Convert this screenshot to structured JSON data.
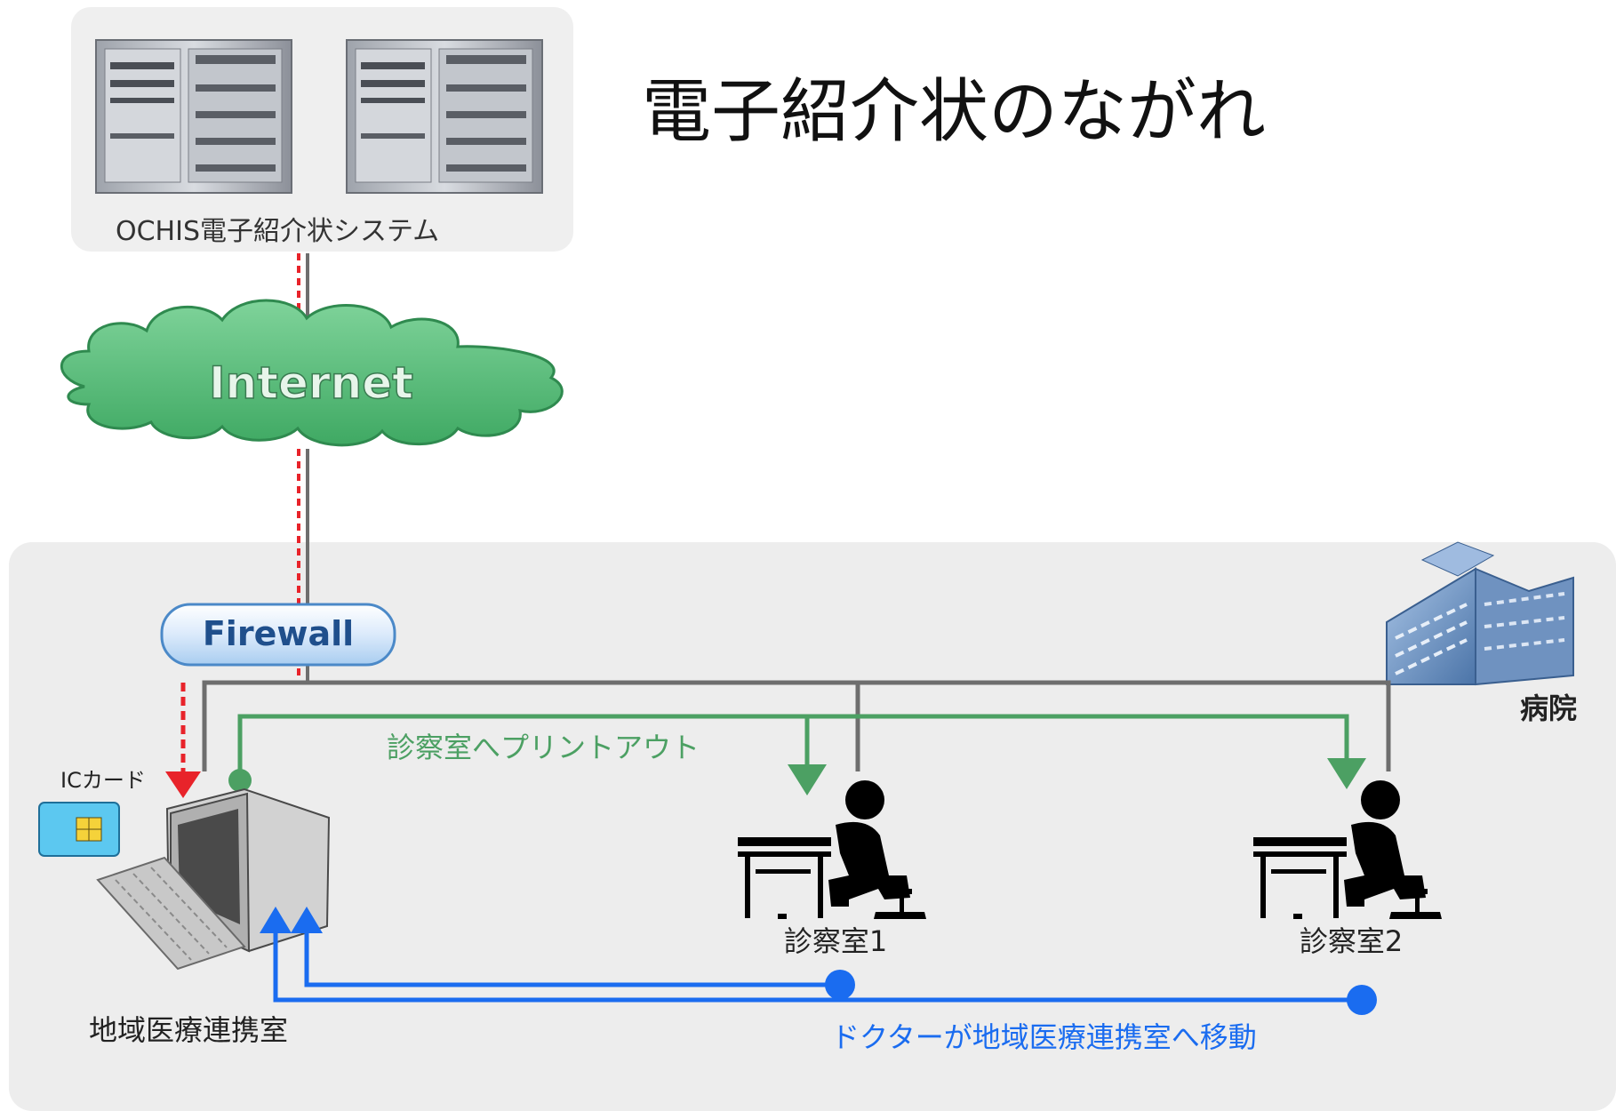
{
  "title": "電子紹介状のながれ",
  "server": {
    "caption": "OCHIS電子紹介状システム"
  },
  "internet": {
    "label": "Internet"
  },
  "firewall": {
    "label": "Firewall"
  },
  "hospital": {
    "label": "病院"
  },
  "ic_card": {
    "label": "ICカード"
  },
  "liaison_room": {
    "label": "地域医療連携室"
  },
  "exam_room_1": {
    "label": "診察室1"
  },
  "exam_room_2": {
    "label": "診察室2"
  },
  "printout_flow": {
    "label": "診察室へプリントアウト",
    "color": "#4ca063"
  },
  "doctor_flow": {
    "label": "ドクターが地域医療連携室へ移動",
    "color": "#1a6cf0"
  },
  "download_flow": {
    "color": "#e8232a"
  },
  "lan": {
    "color": "#6e6e6e"
  },
  "cloud_color": "#5cbf7d"
}
